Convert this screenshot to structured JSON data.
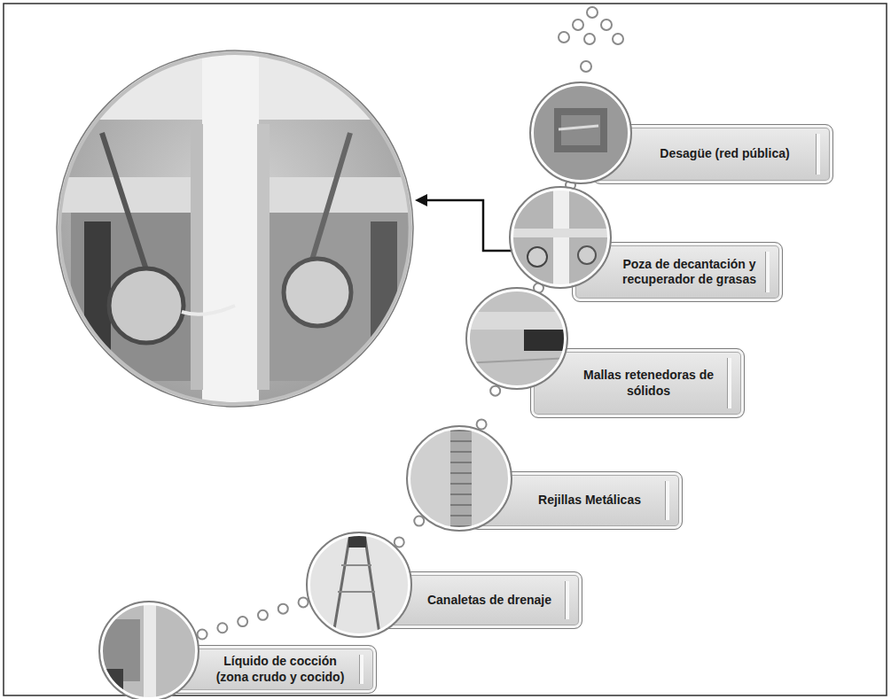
{
  "diagram": {
    "nodes": [
      {
        "text": [
          "Desagüe (red pública)"
        ]
      },
      {
        "text": [
          "Poza de decantación y recuperador de grasas"
        ]
      },
      {
        "text": [
          "Mallas retenedoras de sólidos"
        ]
      },
      {
        "text": [
          "Rejillas Metálicas"
        ]
      },
      {
        "text": [
          "Canaletas de drenaje"
        ]
      },
      {
        "text": [
          "Líquido de cocción (zona crudo y cocido)"
        ]
      }
    ],
    "edges": [
      {
        "from": 5,
        "to": 4,
        "arrow": "none"
      },
      {
        "from": 4,
        "to": 3,
        "arrow": "none"
      },
      {
        "from": 3,
        "to": 2,
        "arrow": "none"
      },
      {
        "from": 2,
        "to": 1,
        "arrow": "none"
      },
      {
        "from": 1,
        "to": 0,
        "arrow": "none"
      }
    ]
  }
}
